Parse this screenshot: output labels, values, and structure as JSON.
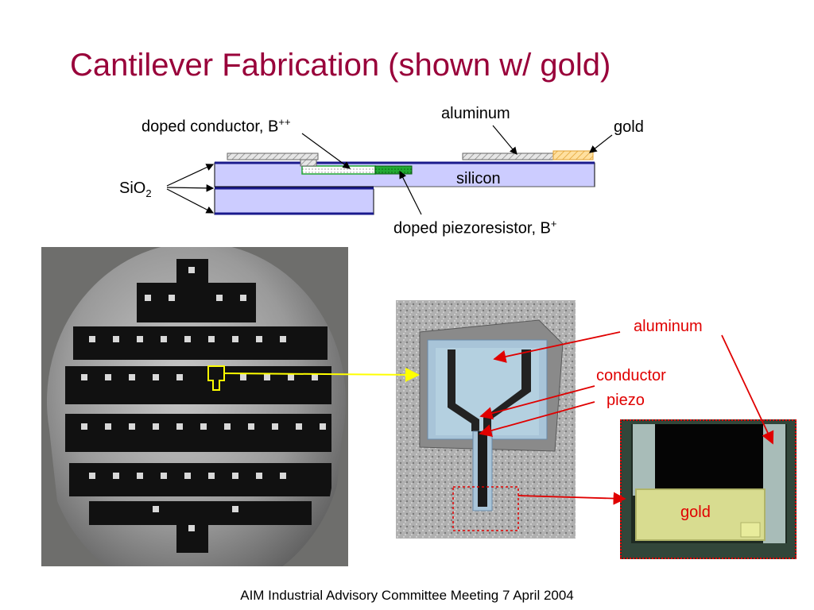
{
  "slide": {
    "title": "Cantilever Fabrication (shown w/ gold)",
    "footer": "AIM Industrial Advisory Committee Meeting 7 April 2004"
  },
  "cross_section": {
    "aluminum_label": "aluminum",
    "gold_label": "gold",
    "doped_conductor_label": "doped conductor, B",
    "doped_conductor_sup": "++",
    "sio2_label": "SiO",
    "sio2_sub": "2",
    "silicon_label": "silicon",
    "piezoresistor_label": "doped piezoresistor, B",
    "piezoresistor_sup": "+"
  },
  "photos": {
    "aluminum_label": "aluminum",
    "conductor_label": "conductor",
    "piezo_label": "piezo",
    "gold_label": "gold"
  },
  "colors": {
    "title": "#99003a",
    "silicon": "#ccccff",
    "oxide": "#1a1a8c",
    "aluminum_pad": "#d8d8d8",
    "gold_pad": "#ffcc66",
    "piezoresistor": "#22aa33",
    "annotation_red": "#e00000",
    "selection_yellow": "#ffff00"
  }
}
